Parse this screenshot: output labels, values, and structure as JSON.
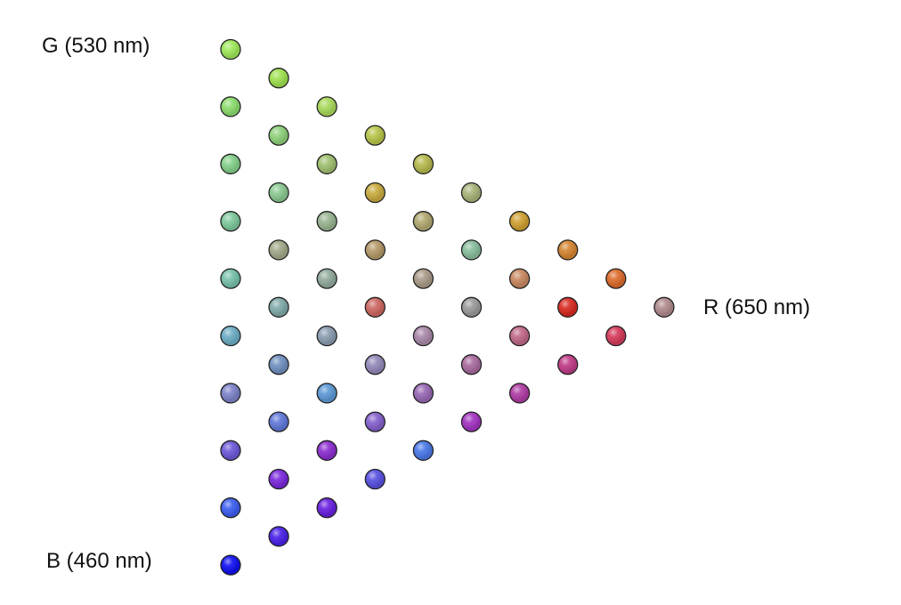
{
  "labels": {
    "green_vertex": "G (530 nm)",
    "red_vertex": "R (650 nm)",
    "blue_vertex": "B (460 nm)"
  },
  "grid": {
    "steps": 9
  },
  "colors": {
    "outline": "#222222",
    "dots": [
      {
        "id": "g8b0",
        "color": "#9ee85a"
      },
      {
        "id": "g7r1",
        "color": "#9fe04f"
      },
      {
        "id": "g7b1",
        "color": "#8cdc6e"
      },
      {
        "id": "g6r2",
        "color": "#a8d85a"
      },
      {
        "id": "g6r1b1",
        "color": "#8ed07a"
      },
      {
        "id": "g5r3",
        "color": "#b8c44a"
      },
      {
        "id": "g6b2",
        "color": "#84d08a"
      },
      {
        "id": "g5r2b1",
        "color": "#a0c070"
      },
      {
        "id": "g4r4",
        "color": "#b6b94d"
      },
      {
        "id": "g5r1b2",
        "color": "#8ac890"
      },
      {
        "id": "g4r3b1",
        "color": "#a6b47a"
      },
      {
        "id": "g3r5",
        "color": "#c8aa3e"
      },
      {
        "id": "g5b3",
        "color": "#7ec89c"
      },
      {
        "id": "g4r2b2",
        "color": "#98b490"
      },
      {
        "id": "g3r4b1",
        "color": "#b0a870"
      },
      {
        "id": "g2r6",
        "color": "#d0a030"
      },
      {
        "id": "g4r1b3",
        "color": "#88bc9c"
      },
      {
        "id": "g3r3b2",
        "color": "#a0a888"
      },
      {
        "id": "g2r5b1",
        "color": "#b49868"
      },
      {
        "id": "g1r7",
        "color": "#d48430"
      },
      {
        "id": "g4b4",
        "color": "#76c0ac"
      },
      {
        "id": "g3r2b3",
        "color": "#92aa9c"
      },
      {
        "id": "g2r4b2",
        "color": "#aa9a88"
      },
      {
        "id": "g1r6b1",
        "color": "#c88860"
      },
      {
        "id": "g0r8",
        "color": "#dc6a2a"
      },
      {
        "id": "g3r1b4",
        "color": "#80aaa8"
      },
      {
        "id": "g2r3b3",
        "color": "#9a9a9a"
      },
      {
        "id": "g1r5b2",
        "color": "#b08a8c"
      },
      {
        "id": "g0r7b1",
        "color": "#cc6660"
      },
      {
        "id": "r9",
        "color": "#d82a20"
      },
      {
        "id": "g3b5",
        "color": "#6cacc4"
      },
      {
        "id": "g2r2b4",
        "color": "#8a9cb0"
      },
      {
        "id": "g1r4b3",
        "color": "#a888a8"
      },
      {
        "id": "g0r6b2",
        "color": "#c06888"
      },
      {
        "id": "r8b1",
        "color": "#d43a5a"
      },
      {
        "id": "g2r1b5",
        "color": "#7090c0"
      },
      {
        "id": "g1r3b4",
        "color": "#9488b8"
      },
      {
        "id": "g0r5b3",
        "color": "#a86a9e"
      },
      {
        "id": "r7b2",
        "color": "#c03c88"
      },
      {
        "id": "g2b6",
        "color": "#5c98d4"
      },
      {
        "id": "g1r2b5",
        "color": "#7c82c8"
      },
      {
        "id": "g0r4b4",
        "color": "#9868b4"
      },
      {
        "id": "r6b3",
        "color": "#b03ca4"
      },
      {
        "id": "g1r1b6",
        "color": "#6078d8"
      },
      {
        "id": "g0r3b5",
        "color": "#8460cc"
      },
      {
        "id": "r5b4",
        "color": "#a234c0"
      },
      {
        "id": "g1b7",
        "color": "#4a78e8"
      },
      {
        "id": "g0r2b6",
        "color": "#6c58d8"
      },
      {
        "id": "r4b5",
        "color": "#8c2ed0"
      },
      {
        "id": "g0r1b7",
        "color": "#5850e0"
      },
      {
        "id": "r3b6",
        "color": "#7a28dc"
      },
      {
        "id": "g0b8",
        "color": "#3c5ef0"
      },
      {
        "id": "r2b7",
        "color": "#6a20e0"
      },
      {
        "id": "r1b8",
        "color": "#4a20e8"
      },
      {
        "id": "b9",
        "color": "#1010f0"
      }
    ]
  }
}
